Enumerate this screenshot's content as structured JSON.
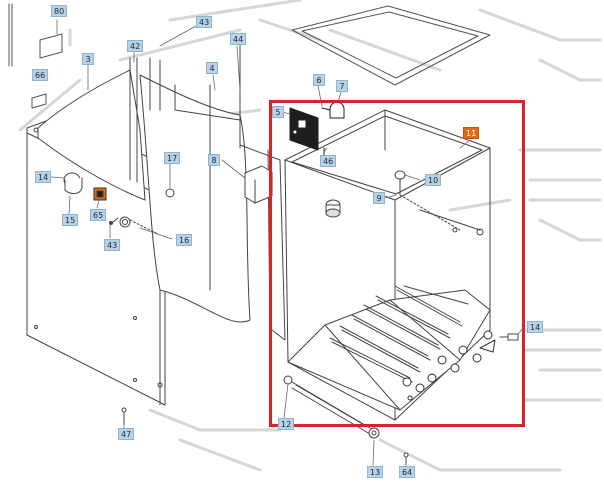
{
  "diagram": {
    "highlight_color": "#d9232a",
    "callout_color": "#b7d1e6",
    "selected_callout_color": "#e36a14",
    "callouts": [
      {
        "id": "80",
        "selected": false
      },
      {
        "id": "43",
        "selected": false
      },
      {
        "id": "44",
        "selected": false
      },
      {
        "id": "42",
        "selected": false
      },
      {
        "id": "3",
        "selected": false
      },
      {
        "id": "4",
        "selected": false
      },
      {
        "id": "66",
        "selected": false
      },
      {
        "id": "6",
        "selected": false
      },
      {
        "id": "7",
        "selected": false
      },
      {
        "id": "5",
        "selected": false
      },
      {
        "id": "11",
        "selected": true
      },
      {
        "id": "46",
        "selected": false
      },
      {
        "id": "17",
        "selected": false
      },
      {
        "id": "8",
        "selected": false
      },
      {
        "id": "14",
        "selected": false
      },
      {
        "id": "65",
        "selected": false
      },
      {
        "id": "15",
        "selected": false
      },
      {
        "id": "43",
        "selected": false
      },
      {
        "id": "16",
        "selected": false
      },
      {
        "id": "10",
        "selected": false
      },
      {
        "id": "9",
        "selected": false
      },
      {
        "id": "14",
        "selected": false
      },
      {
        "id": "12",
        "selected": false
      },
      {
        "id": "47",
        "selected": false
      },
      {
        "id": "13",
        "selected": false
      },
      {
        "id": "64",
        "selected": false
      }
    ]
  }
}
